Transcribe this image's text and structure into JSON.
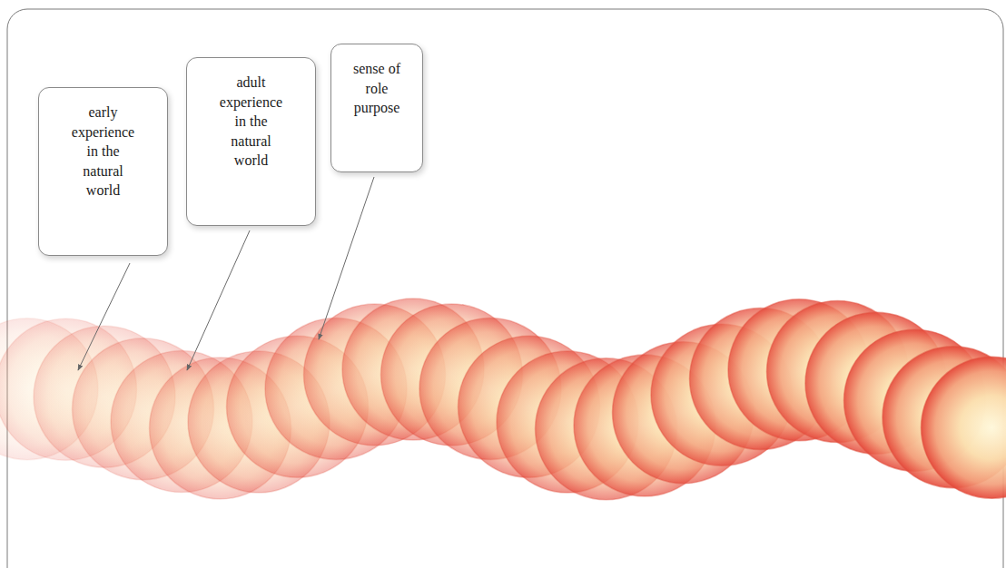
{
  "diagram": {
    "nodes": [
      {
        "text": [
          "early experience in the natural world"
        ]
      },
      {
        "text": [
          "adult experience in the natural world"
        ]
      },
      {
        "text": [
          "sense of role purpose"
        ]
      }
    ]
  }
}
